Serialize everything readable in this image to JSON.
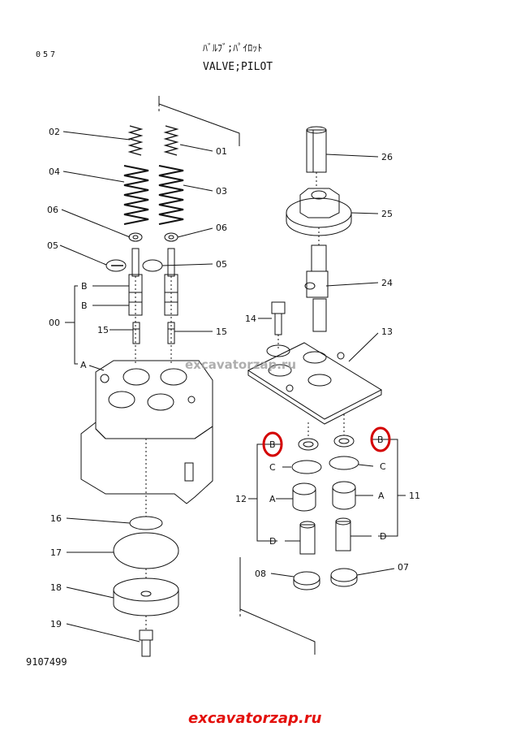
{
  "header": {
    "page_no": "057",
    "title_jp": "ﾊﾞﾙﾌﾞ;ﾊﾟｲﾛｯﾄ",
    "title_en": "VALVE;PILOT"
  },
  "doc_code": "9107499",
  "watermarks": {
    "center": "excavatorzap.ru",
    "bottom": "excavatorzap.ru"
  },
  "colors": {
    "line": "#111111",
    "highlight": "#d40000",
    "watermark_red": "#e3100c"
  },
  "labels": {
    "p02": "02",
    "p01": "01",
    "p04": "04",
    "p03": "03",
    "p06_left": "06",
    "p06_right": "06",
    "p05_left": "05",
    "p05_right": "05",
    "b1": "B",
    "b2": "B",
    "p00": "00",
    "p15_left": "15",
    "p15_right": "15",
    "a_left": "A",
    "p26": "26",
    "p25": "25",
    "p24": "24",
    "p14": "14",
    "p13": "13",
    "b_left_circled": "B",
    "b_right_circled": "B",
    "c_left": "C",
    "c_right": "C",
    "p12": "12",
    "p11": "11",
    "a_mid_left": "A",
    "a_mid_right": "A",
    "d_left": "D",
    "d_right": "D",
    "p08": "08",
    "p07": "07",
    "p16": "16",
    "p17": "17",
    "p18": "18",
    "p19": "19"
  }
}
